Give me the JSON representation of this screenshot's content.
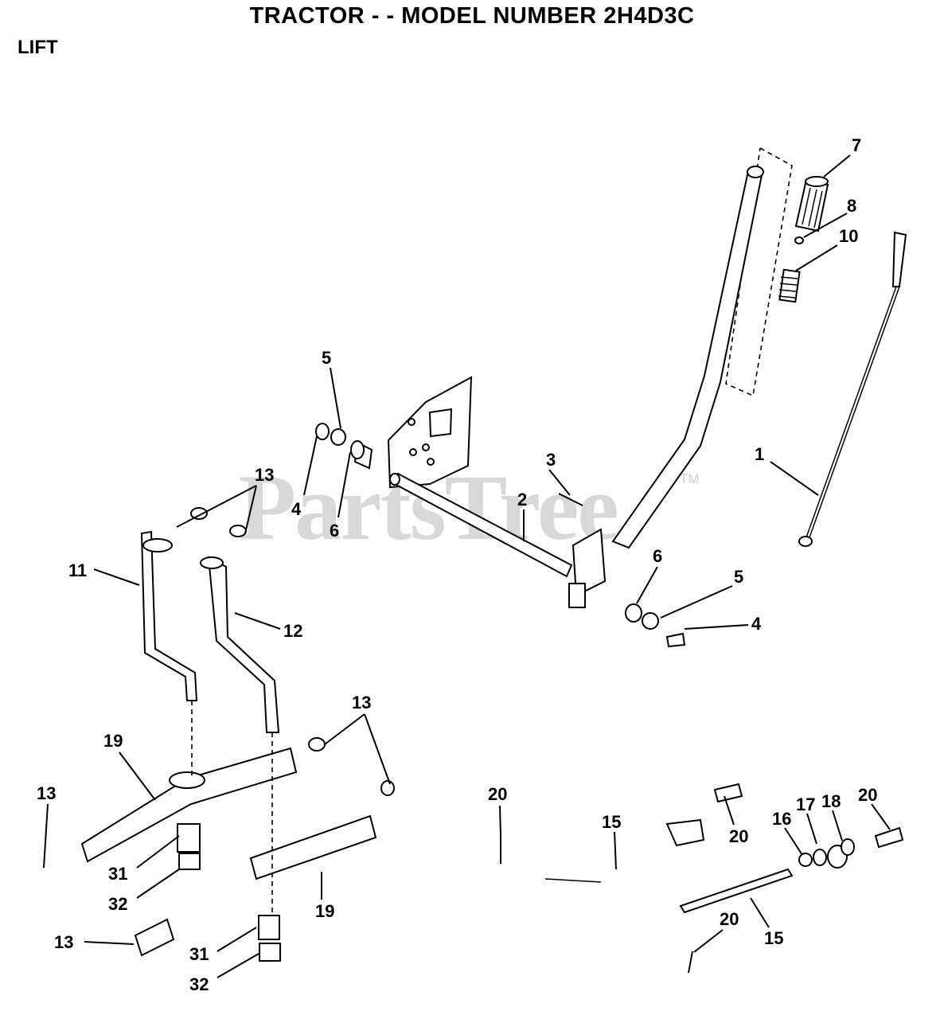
{
  "title": "TRACTOR - - MODEL NUMBER 2H4D3C",
  "section": "LIFT",
  "watermark": "PartsTree",
  "watermark_tm": "TM",
  "callouts": [
    {
      "id": "c7",
      "text": "7"
    },
    {
      "id": "c8",
      "text": "8"
    },
    {
      "id": "c10",
      "text": "10"
    },
    {
      "id": "c5a",
      "text": "5"
    },
    {
      "id": "c3",
      "text": "3"
    },
    {
      "id": "c2",
      "text": "2"
    },
    {
      "id": "c1",
      "text": "1"
    },
    {
      "id": "c13a",
      "text": "13"
    },
    {
      "id": "c4a",
      "text": "4"
    },
    {
      "id": "c6a",
      "text": "6"
    },
    {
      "id": "c6b",
      "text": "6"
    },
    {
      "id": "c5b",
      "text": "5"
    },
    {
      "id": "c4b",
      "text": "4"
    },
    {
      "id": "c11",
      "text": "11"
    },
    {
      "id": "c12",
      "text": "12"
    },
    {
      "id": "c13b",
      "text": "13"
    },
    {
      "id": "c19a",
      "text": "19"
    },
    {
      "id": "c13c",
      "text": "13"
    },
    {
      "id": "c31a",
      "text": "31"
    },
    {
      "id": "c32a",
      "text": "32"
    },
    {
      "id": "c19b",
      "text": "19"
    },
    {
      "id": "c13d",
      "text": "13"
    },
    {
      "id": "c31b",
      "text": "31"
    },
    {
      "id": "c32b",
      "text": "32"
    },
    {
      "id": "c20a",
      "text": "20"
    },
    {
      "id": "c15a",
      "text": "15"
    },
    {
      "id": "c20b",
      "text": "20"
    },
    {
      "id": "c16",
      "text": "16"
    },
    {
      "id": "c17",
      "text": "17"
    },
    {
      "id": "c18",
      "text": "18"
    },
    {
      "id": "c20c",
      "text": "20"
    },
    {
      "id": "c20d",
      "text": "20"
    },
    {
      "id": "c15b",
      "text": "15"
    }
  ]
}
